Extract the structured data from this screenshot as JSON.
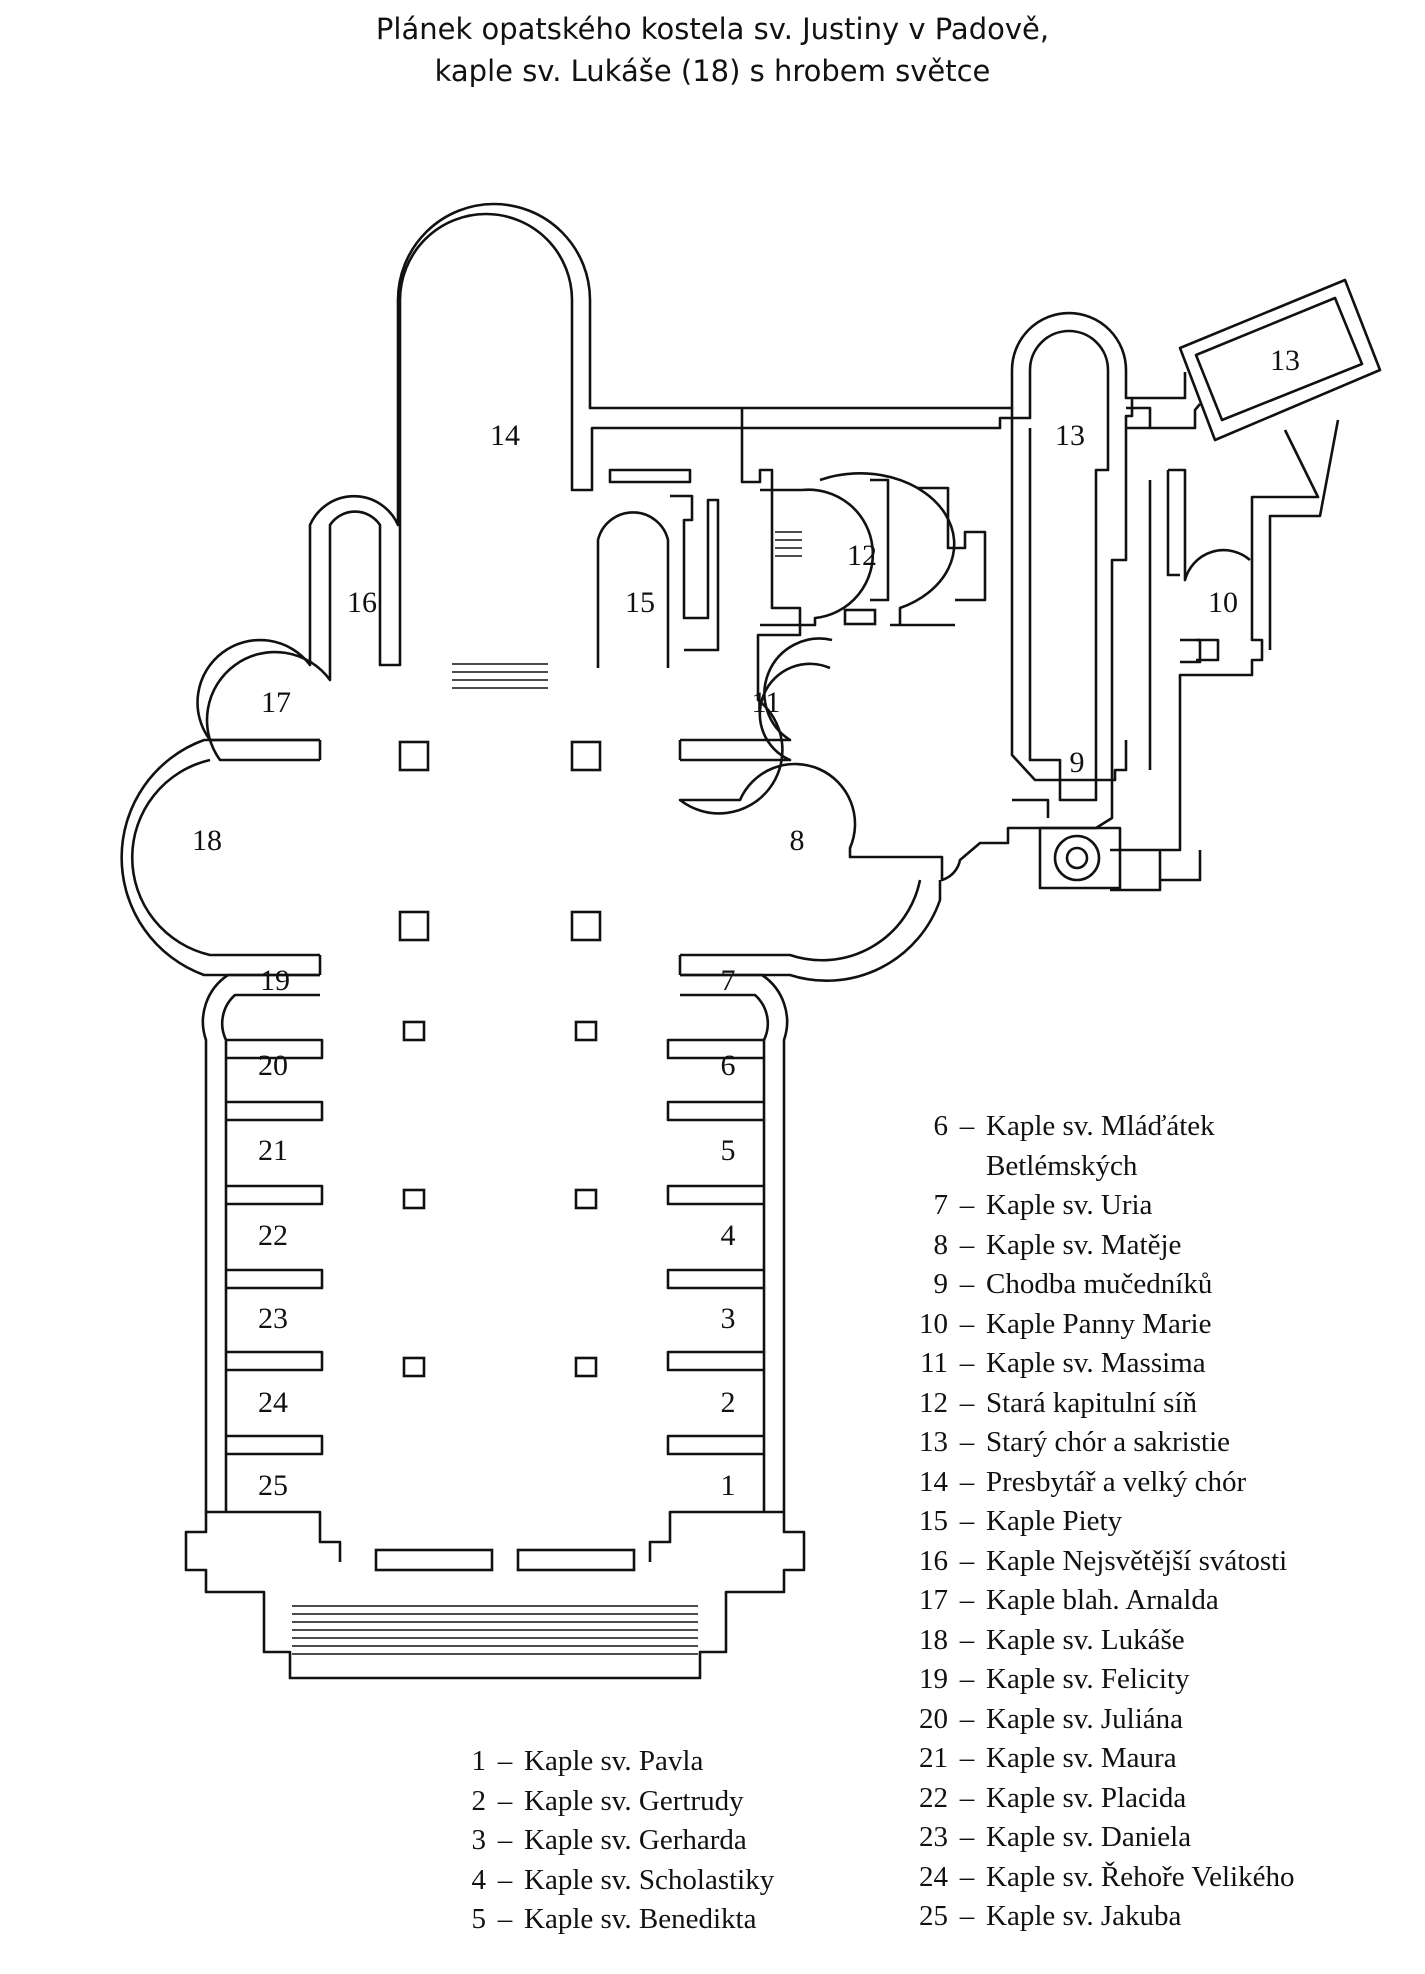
{
  "caption": {
    "line1": "Plánek opatského kostela sv. Justiny v Padově,",
    "line2": "kaple sv. Lukáše (18) s hrobem světce"
  },
  "plan_labels": {
    "l1": "1",
    "l2": "2",
    "l3": "3",
    "l4": "4",
    "l5": "5",
    "l6": "6",
    "l7": "7",
    "l8": "8",
    "l9": "9",
    "l10": "10",
    "l11": "11",
    "l12": "12",
    "l13a": "13",
    "l13b": "13",
    "l14": "14",
    "l15": "15",
    "l16": "16",
    "l17": "17",
    "l18": "18",
    "l19": "19",
    "l20": "20",
    "l21": "21",
    "l22": "22",
    "l23": "23",
    "l24": "24",
    "l25": "25"
  },
  "legend": [
    {
      "num": "1",
      "label": "Kaple sv. Pavla"
    },
    {
      "num": "2",
      "label": "Kaple sv. Gertrudy"
    },
    {
      "num": "3",
      "label": "Kaple sv. Gerharda"
    },
    {
      "num": "4",
      "label": "Kaple sv. Scholastiky"
    },
    {
      "num": "5",
      "label": "Kaple sv. Benedikta"
    },
    {
      "num": "6",
      "label": "Kaple sv. Mláďátek",
      "cont": "Betlémských"
    },
    {
      "num": "7",
      "label": "Kaple sv. Uria"
    },
    {
      "num": "8",
      "label": "Kaple sv. Matěje"
    },
    {
      "num": "9",
      "label": "Chodba mučedníků"
    },
    {
      "num": "10",
      "label": "Kaple Panny Marie"
    },
    {
      "num": "11",
      "label": "Kaple sv. Massima"
    },
    {
      "num": "12",
      "label": "Stará kapitulní síň"
    },
    {
      "num": "13",
      "label": "Starý chór a sakristie"
    },
    {
      "num": "14",
      "label": "Presbytář a velký chór"
    },
    {
      "num": "15",
      "label": "Kaple Piety"
    },
    {
      "num": "16",
      "label": "Kaple Nejsvětější svátosti"
    },
    {
      "num": "17",
      "label": "Kaple blah. Arnalda"
    },
    {
      "num": "18",
      "label": "Kaple sv. Lukáše"
    },
    {
      "num": "19",
      "label": "Kaple sv. Felicity"
    },
    {
      "num": "20",
      "label": "Kaple sv. Juliána"
    },
    {
      "num": "21",
      "label": "Kaple sv. Maura"
    },
    {
      "num": "22",
      "label": "Kaple sv. Placida"
    },
    {
      "num": "23",
      "label": "Kaple sv. Daniela"
    },
    {
      "num": "24",
      "label": "Kaple sv. Řehoře Velikého"
    },
    {
      "num": "25",
      "label": "Kaple sv. Jakuba"
    }
  ],
  "dash": "–"
}
